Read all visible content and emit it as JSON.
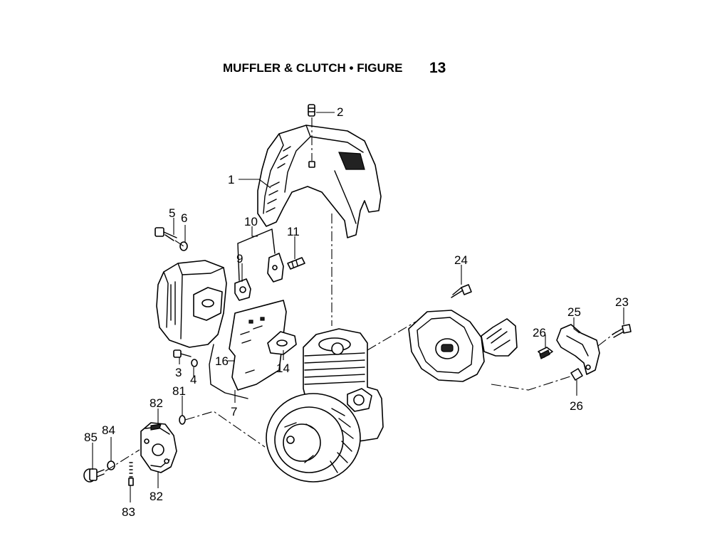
{
  "figure": {
    "title": "MUFFLER & CLUTCH  •  FIGURE",
    "number": "13"
  },
  "callouts": {
    "c1": "1",
    "c2": "2",
    "c3": "3",
    "c4": "4",
    "c5": "5",
    "c6": "6",
    "c7": "7",
    "c9": "9",
    "c10": "10",
    "c11": "11",
    "c14": "14",
    "c16": "16",
    "c23": "23",
    "c24": "24",
    "c25": "25",
    "c26a": "26",
    "c26b": "26",
    "c81": "81",
    "c82a": "82",
    "c82b": "82",
    "c83": "83",
    "c84": "84",
    "c85": "85"
  }
}
